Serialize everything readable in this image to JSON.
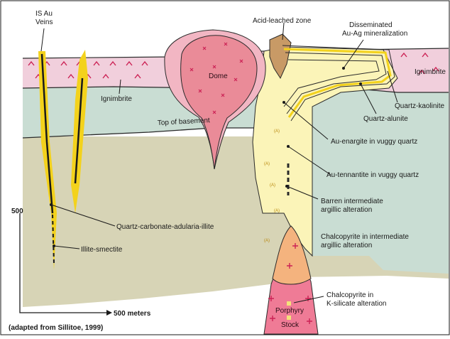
{
  "labels": {
    "is_au_veins_1": "IS Au",
    "is_au_veins_2": "Veins",
    "acid_leached_zone": "Acid-leached zone",
    "disseminated_1": "Disseminated",
    "disseminated_2": "Au-Ag mineralization",
    "dome": "Dome",
    "ignimbrite_left": "Ignimbrite",
    "ignimbrite_right": "Ignimbrite",
    "quartz_kaolinite": "Quartz-kaolinite",
    "quartz_alunite": "Quartz-alunite",
    "top_of_basement": "Top of basement",
    "au_enargite": "Au-enargite in vuggy quartz",
    "au_tennantite": "Au-tennantite in vuggy quartz",
    "barren_1": "Barren intermediate",
    "barren_2": "argillic alteration",
    "scale_500": "500",
    "qcai": "Quartz-carbonate-adularia-illite",
    "chalcopyrite_int_1": "Chalcopyrite in intermediate",
    "chalcopyrite_int_2": "argillic alteration",
    "illite_smectite": "Illite-smectite",
    "scale_500_meters": "500 meters",
    "chalcopyrite_k_1": "Chalcopyrite in",
    "chalcopyrite_k_2": "K-silicate alteration",
    "porphyry": "Porphyry",
    "stock": "Stock",
    "source": "(adapted from Sillitoe, 1999)"
  },
  "colors": {
    "basement": "#d7d4b6",
    "mid_layer": "#c9ddd3",
    "ignimbrite": "#f1cfdc",
    "dome": "#ea8b98",
    "dome_rim": "#f2b6c3",
    "lithocap": "#fbf4b8",
    "porphyry": "#ef7b96",
    "vein": "#f3d21c",
    "marks": "#cc2255"
  }
}
